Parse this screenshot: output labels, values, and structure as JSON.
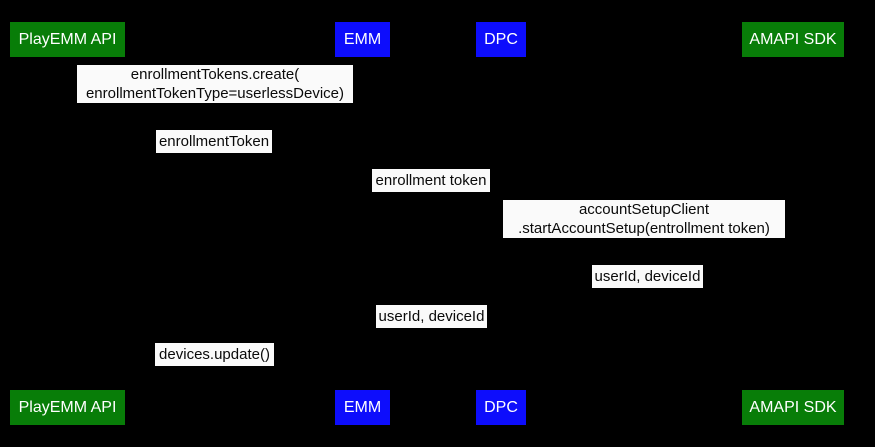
{
  "colors": {
    "background": "#000000",
    "actor_green": "#087d08",
    "actor_blue": "#0d0dfc",
    "label_bg": "#fafafa",
    "label_text": "#0a0a0a",
    "actor_text": "#ffffff"
  },
  "actors": {
    "playemm": "PlayEMM API",
    "emm": "EMM",
    "dpc": "DPC",
    "amapi": "AMAPI SDK"
  },
  "messages": [
    {
      "lines": [
        "enrollmentTokens.create(",
        "enrollmentTokenType=userlessDevice)"
      ]
    },
    {
      "lines": [
        "enrollmentToken"
      ]
    },
    {
      "lines": [
        "enrollment token"
      ]
    },
    {
      "lines": [
        "accountSetupClient",
        ".startAccountSetup(entrollment token)"
      ]
    },
    {
      "lines": [
        "userId, deviceId"
      ]
    },
    {
      "lines": [
        "userId, deviceId"
      ]
    },
    {
      "lines": [
        "devices.update()"
      ]
    }
  ]
}
